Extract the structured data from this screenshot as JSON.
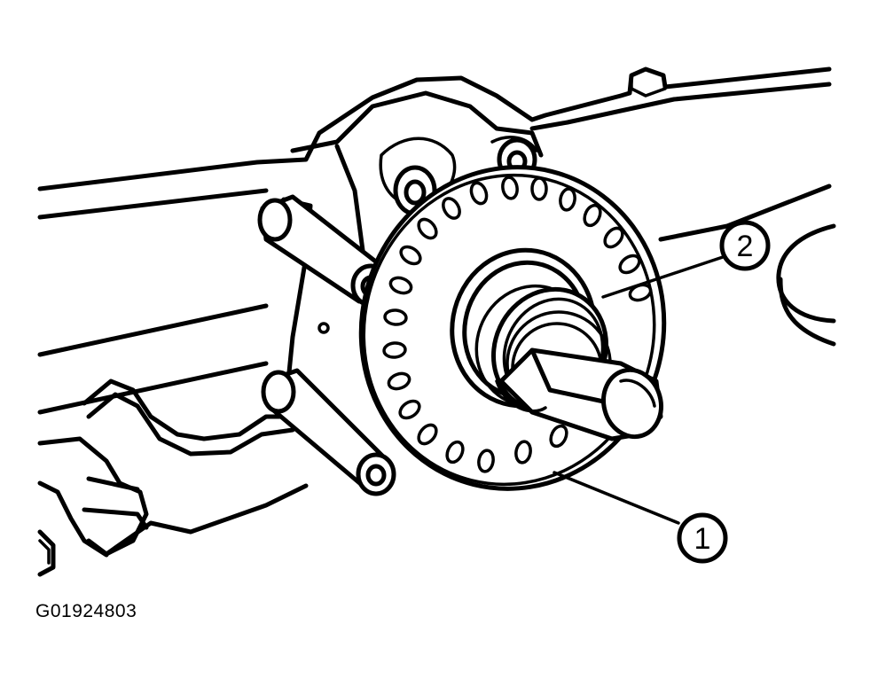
{
  "figure": {
    "id": "G01924803"
  },
  "callouts": [
    {
      "number": "1"
    },
    {
      "number": "2"
    }
  ]
}
